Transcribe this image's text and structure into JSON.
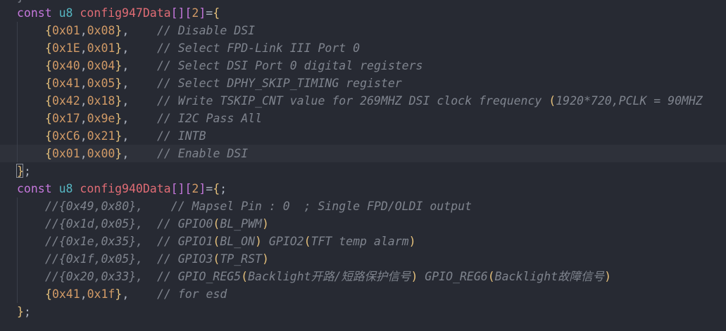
{
  "colors": {
    "background": "#272a33",
    "current_line": "#2e313a",
    "keyword": "#c678dd",
    "type": "#56b6c2",
    "identifier": "#e06c75",
    "number": "#d19a66",
    "brace_yellow": "#e5c07b",
    "brace_purple": "#c678dd",
    "brace_blue": "#61afef",
    "comment": "#7f848e",
    "punctuation": "#abb2bf"
  },
  "lines": [
    {
      "indent": 0,
      "tokens": [
        {
          "t": "const",
          "c": "keyword"
        },
        {
          "t": " "
        },
        {
          "t": "u8",
          "c": "type"
        },
        {
          "t": " "
        },
        {
          "t": "config947Data",
          "c": "identifier"
        },
        {
          "t": "[]",
          "c": "brace_purple"
        },
        {
          "t": "[",
          "c": "brace_purple"
        },
        {
          "t": "2",
          "c": "number"
        },
        {
          "t": "]",
          "c": "brace_purple"
        },
        {
          "t": "=",
          "c": "punctuation"
        },
        {
          "t": "{",
          "c": "brace_yellow"
        }
      ]
    },
    {
      "indent": 1,
      "tokens": [
        {
          "t": "{",
          "c": "brace_yellow"
        },
        {
          "t": "0x01",
          "c": "number"
        },
        {
          "t": ","
        },
        {
          "t": "0x08",
          "c": "number"
        },
        {
          "t": "}",
          "c": "brace_yellow"
        },
        {
          "t": ","
        },
        {
          "t": "    "
        },
        {
          "t": "// Disable DSI",
          "c": "comment"
        }
      ]
    },
    {
      "indent": 1,
      "tokens": [
        {
          "t": "{",
          "c": "brace_yellow"
        },
        {
          "t": "0x1E",
          "c": "number"
        },
        {
          "t": ","
        },
        {
          "t": "0x01",
          "c": "number"
        },
        {
          "t": "}",
          "c": "brace_yellow"
        },
        {
          "t": ","
        },
        {
          "t": "    "
        },
        {
          "t": "// Select FPD-Link III Port 0",
          "c": "comment"
        }
      ]
    },
    {
      "indent": 1,
      "tokens": [
        {
          "t": "{",
          "c": "brace_yellow"
        },
        {
          "t": "0x40",
          "c": "number"
        },
        {
          "t": ","
        },
        {
          "t": "0x04",
          "c": "number"
        },
        {
          "t": "}",
          "c": "brace_yellow"
        },
        {
          "t": ","
        },
        {
          "t": "    "
        },
        {
          "t": "// Select DSI Port 0 digital registers",
          "c": "comment"
        }
      ]
    },
    {
      "indent": 1,
      "tokens": [
        {
          "t": "{",
          "c": "brace_yellow"
        },
        {
          "t": "0x41",
          "c": "number"
        },
        {
          "t": ","
        },
        {
          "t": "0x05",
          "c": "number"
        },
        {
          "t": "}",
          "c": "brace_yellow"
        },
        {
          "t": ","
        },
        {
          "t": "    "
        },
        {
          "t": "// Select DPHY_SKIP_TIMING register",
          "c": "comment"
        }
      ]
    },
    {
      "indent": 1,
      "tokens": [
        {
          "t": "{",
          "c": "brace_yellow"
        },
        {
          "t": "0x42",
          "c": "number"
        },
        {
          "t": ","
        },
        {
          "t": "0x18",
          "c": "number"
        },
        {
          "t": "}",
          "c": "brace_yellow"
        },
        {
          "t": ","
        },
        {
          "t": "    "
        },
        {
          "t": "// Write TSKIP_CNT value for 269MHZ DSI clock frequency ",
          "c": "comment"
        },
        {
          "t": "(",
          "c": "brace_yellow"
        },
        {
          "t": "1920*720,PCLK = 90MHZ",
          "c": "comment"
        }
      ]
    },
    {
      "indent": 1,
      "tokens": [
        {
          "t": "{",
          "c": "brace_yellow"
        },
        {
          "t": "0x17",
          "c": "number"
        },
        {
          "t": ","
        },
        {
          "t": "0x9e",
          "c": "number"
        },
        {
          "t": "}",
          "c": "brace_yellow"
        },
        {
          "t": ","
        },
        {
          "t": "    "
        },
        {
          "t": "// I2C Pass All",
          "c": "comment"
        }
      ]
    },
    {
      "indent": 1,
      "tokens": [
        {
          "t": "{",
          "c": "brace_yellow"
        },
        {
          "t": "0xC6",
          "c": "number"
        },
        {
          "t": ","
        },
        {
          "t": "0x21",
          "c": "number"
        },
        {
          "t": "}",
          "c": "brace_yellow"
        },
        {
          "t": ","
        },
        {
          "t": "    "
        },
        {
          "t": "// INTB",
          "c": "comment"
        }
      ]
    },
    {
      "indent": 1,
      "current": true,
      "tokens": [
        {
          "t": "{",
          "c": "brace_yellow"
        },
        {
          "t": "0x01",
          "c": "number"
        },
        {
          "t": ","
        },
        {
          "t": "0x00",
          "c": "number"
        },
        {
          "t": "}",
          "c": "brace_yellow"
        },
        {
          "t": ","
        },
        {
          "t": "    "
        },
        {
          "t": "// Enable DSI",
          "c": "comment"
        }
      ]
    },
    {
      "indent": 0,
      "match": true,
      "tokens": [
        {
          "t": "}",
          "c": "brace_yellow"
        },
        {
          "t": ";"
        }
      ]
    },
    {
      "indent": 0,
      "tokens": [
        {
          "t": "const",
          "c": "keyword"
        },
        {
          "t": " "
        },
        {
          "t": "u8",
          "c": "type"
        },
        {
          "t": " "
        },
        {
          "t": "config940Data",
          "c": "identifier"
        },
        {
          "t": "[]",
          "c": "brace_purple"
        },
        {
          "t": "[",
          "c": "brace_purple"
        },
        {
          "t": "2",
          "c": "number"
        },
        {
          "t": "]",
          "c": "brace_purple"
        },
        {
          "t": "=",
          "c": "punctuation"
        },
        {
          "t": "{",
          "c": "brace_yellow"
        },
        {
          "t": ";"
        }
      ]
    },
    {
      "indent": 1,
      "tokens": [
        {
          "t": "//{0x49,0x80},    // Mapsel Pin : 0  ; Single FPD/OLDI output",
          "c": "comment"
        }
      ]
    },
    {
      "indent": 1,
      "tokens": [
        {
          "t": "//{0x1d,0x05},  // GPIO0",
          "c": "comment"
        },
        {
          "t": "(",
          "c": "brace_yellow"
        },
        {
          "t": "BL_PWM",
          "c": "comment"
        },
        {
          "t": ")",
          "c": "brace_yellow"
        }
      ]
    },
    {
      "indent": 1,
      "tokens": [
        {
          "t": "//{0x1e,0x35},  // GPIO1",
          "c": "comment"
        },
        {
          "t": "(",
          "c": "brace_yellow"
        },
        {
          "t": "BL_ON",
          "c": "comment"
        },
        {
          "t": ")",
          "c": "brace_yellow"
        },
        {
          "t": " GPIO2",
          "c": "comment"
        },
        {
          "t": "(",
          "c": "brace_yellow"
        },
        {
          "t": "TFT temp alarm",
          "c": "comment"
        },
        {
          "t": ")",
          "c": "brace_yellow"
        }
      ]
    },
    {
      "indent": 1,
      "tokens": [
        {
          "t": "//{0x1f,0x05},  // GPIO3",
          "c": "comment"
        },
        {
          "t": "(",
          "c": "brace_yellow"
        },
        {
          "t": "TP_RST",
          "c": "comment"
        },
        {
          "t": ")",
          "c": "brace_yellow"
        }
      ]
    },
    {
      "indent": 1,
      "tokens": [
        {
          "t": "//{0x20,0x33},  // GPIO_REG5",
          "c": "comment"
        },
        {
          "t": "(",
          "c": "brace_yellow"
        },
        {
          "t": "Backlight开路/短路保护信号",
          "c": "comment"
        },
        {
          "t": ")",
          "c": "brace_yellow"
        },
        {
          "t": " GPIO_REG6",
          "c": "comment"
        },
        {
          "t": "(",
          "c": "brace_yellow"
        },
        {
          "t": "Backlight故障信号",
          "c": "comment"
        },
        {
          "t": ")",
          "c": "brace_yellow"
        }
      ]
    },
    {
      "indent": 1,
      "tokens": [
        {
          "t": "{",
          "c": "brace_yellow"
        },
        {
          "t": "0x41",
          "c": "number"
        },
        {
          "t": ","
        },
        {
          "t": "0x1f",
          "c": "number"
        },
        {
          "t": "}",
          "c": "brace_yellow"
        },
        {
          "t": ","
        },
        {
          "t": "    "
        },
        {
          "t": "// for esd",
          "c": "comment"
        }
      ]
    },
    {
      "indent": 0,
      "tokens": [
        {
          "t": "}",
          "c": "brace_yellow"
        },
        {
          "t": ";"
        }
      ]
    }
  ]
}
